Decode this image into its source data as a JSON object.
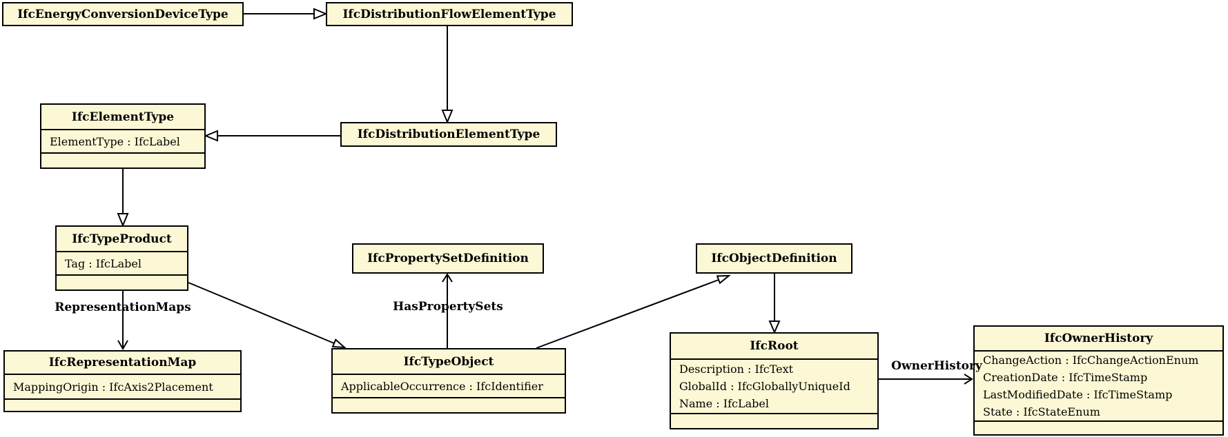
{
  "diagram": {
    "type": "uml-class-diagram",
    "colors": {
      "background": "#ffffff",
      "node_fill": "#fcf8d5",
      "node_border": "#000000",
      "line": "#000000"
    },
    "classes": {
      "energy": {
        "name": "IfcEnergyConversionDeviceType"
      },
      "dist_flow": {
        "name": "IfcDistributionFlowElementType"
      },
      "dist_elem": {
        "name": "IfcDistributionElementType"
      },
      "element_type": {
        "name": "IfcElementType",
        "attributes": [
          "ElementType : IfcLabel"
        ]
      },
      "type_product": {
        "name": "IfcTypeProduct",
        "attributes": [
          "Tag : IfcLabel"
        ]
      },
      "representation_map": {
        "name": "IfcRepresentationMap",
        "attributes": [
          "MappingOrigin : IfcAxis2Placement"
        ]
      },
      "property_set_definition": {
        "name": "IfcPropertySetDefinition"
      },
      "type_object": {
        "name": "IfcTypeObject",
        "attributes": [
          "ApplicableOccurrence : IfcIdentifier"
        ]
      },
      "object_definition": {
        "name": "IfcObjectDefinition"
      },
      "root": {
        "name": "IfcRoot",
        "attributes": [
          "Description : IfcText",
          "GlobalId : IfcGloballyUniqueId",
          "Name : IfcLabel"
        ]
      },
      "owner_history": {
        "name": "IfcOwnerHistory",
        "attributes": [
          "ChangeAction : IfcChangeActionEnum",
          "CreationDate : IfcTimeStamp",
          "LastModifiedDate : IfcTimeStamp",
          "State : IfcStateEnum"
        ]
      }
    },
    "edge_labels": {
      "representation_maps": "RepresentationMaps",
      "has_property_sets": "HasPropertySets",
      "owner_history": "OwnerHistory"
    }
  }
}
